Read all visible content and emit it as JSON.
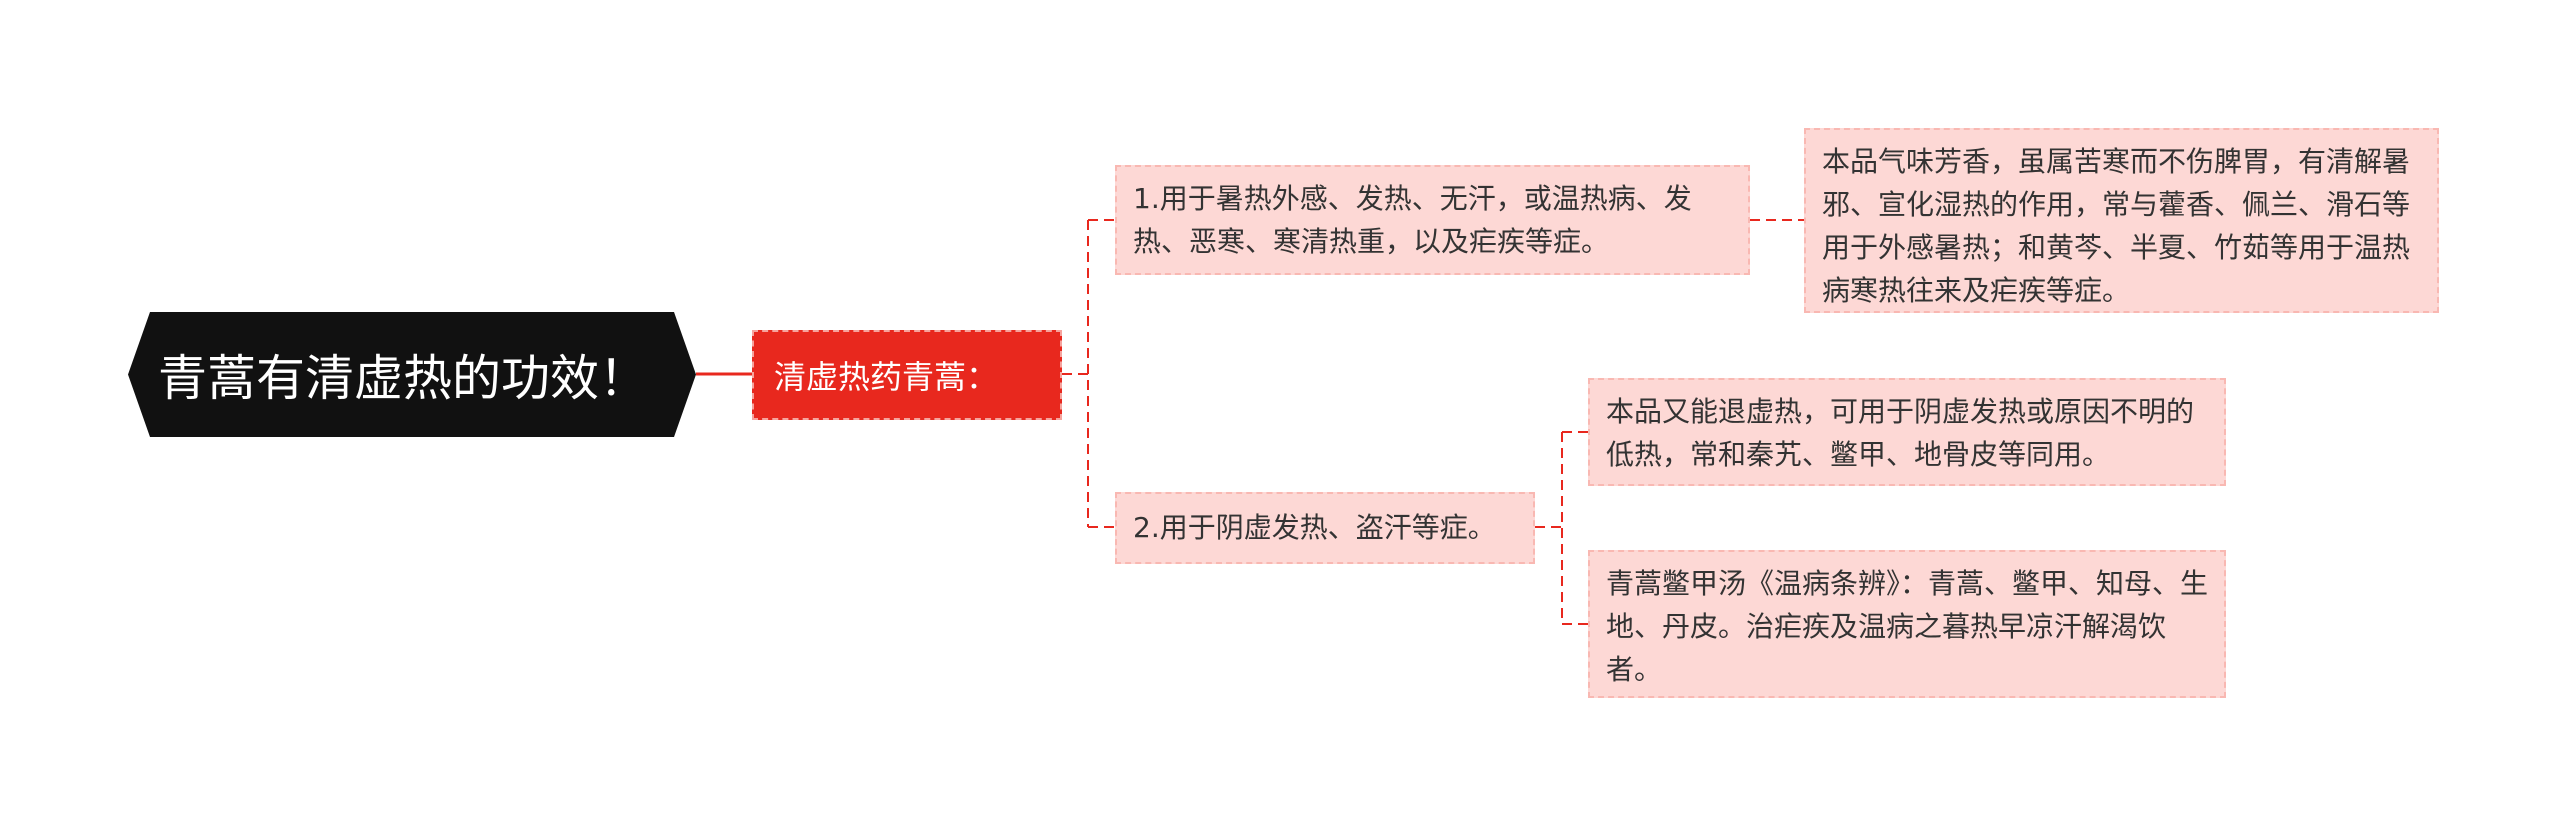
{
  "root": {
    "title": "青蒿有清虚热的功效！"
  },
  "level1": {
    "label": "清虚热药青蒿："
  },
  "branches": [
    {
      "label": "1.用于暑热外感、发热、无汗，或温热病、发热、恶寒、寒清热重，以及疟疾等症。",
      "children": [
        "本品气味芳香，虽属苦寒而不伤脾胃，有清解暑邪、宣化湿热的作用，常与藿香、佩兰、滑石等用于外感暑热；和黄芩、半夏、竹茹等用于温热病寒热往来及疟疾等症。"
      ]
    },
    {
      "label": "2.用于阴虚发热、盗汗等症。",
      "children": [
        "本品又能退虚热，可用于阴虚发热或原因不明的低热，常和秦艽、鳖甲、地骨皮等同用。",
        "青蒿鳖甲汤《温病条辨》：青蒿、鳖甲、知母、生地、丹皮。治疟疾及温病之暮热早凉汗解渴饮者。"
      ]
    }
  ],
  "colors": {
    "root": "#111111",
    "level1": "#e8281e",
    "box": "#fdd8d5",
    "line": "#e8281e"
  }
}
